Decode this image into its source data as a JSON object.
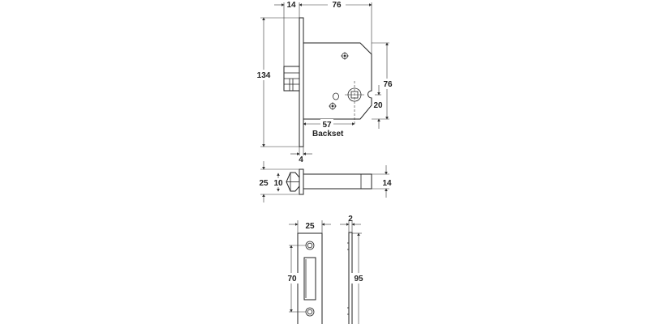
{
  "drawing": {
    "lock_front": {
      "dims": {
        "faceplate_offset": "14",
        "case_depth": "76",
        "faceplate_height": "134",
        "case_height": "76",
        "keyhole_offset": "20",
        "backset": "57",
        "faceplate_thickness": "4"
      },
      "backset_label": "Backset"
    },
    "lock_top": {
      "dims": {
        "faceplate_width": "25",
        "bolt_head": "10",
        "case_width": "14"
      }
    },
    "strike_plate": {
      "dims": {
        "width": "25",
        "screw_spacing": "70",
        "thickness": "2",
        "height": "95"
      }
    }
  }
}
